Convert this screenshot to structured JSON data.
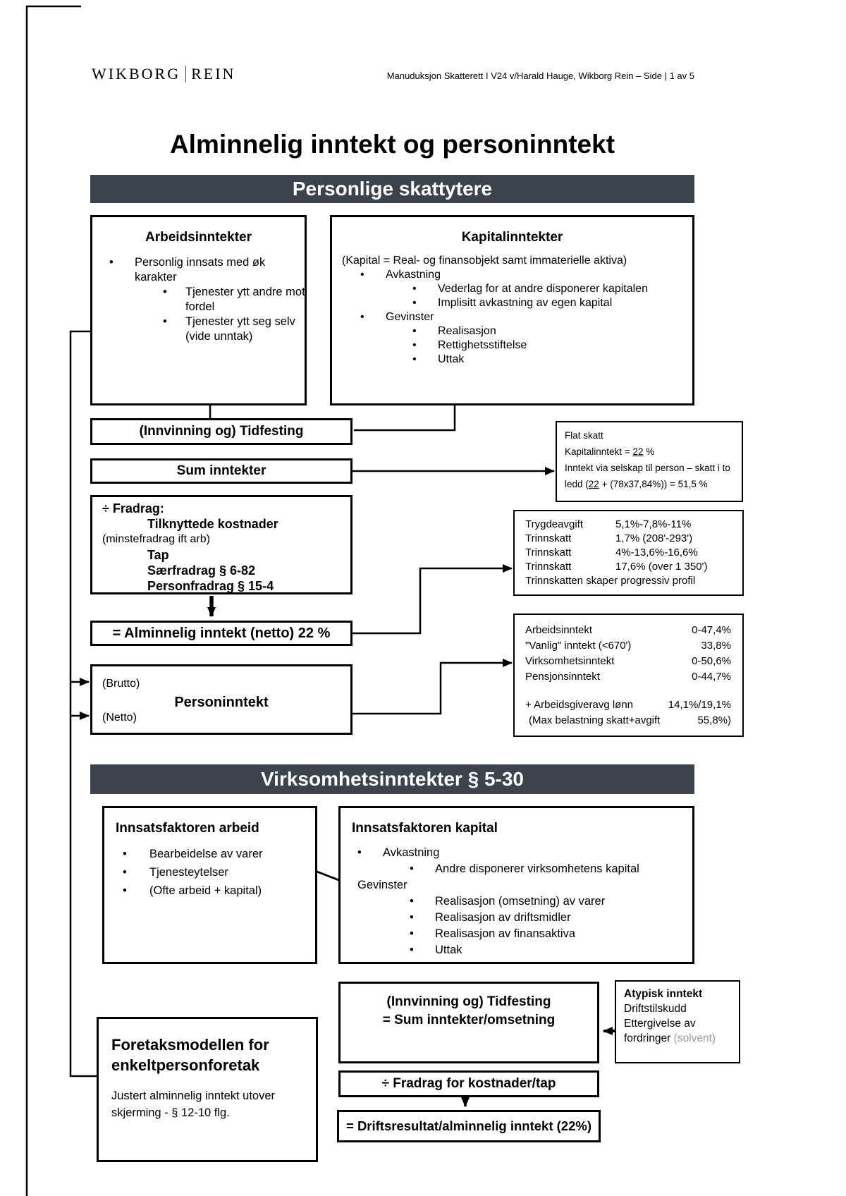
{
  "header": {
    "logo_left": "WIKBORG",
    "logo_right": "REIN",
    "doc_info": "Manuduksjon Skatterett I V24 v/Harald Hauge, Wikborg Rein – Side | 1 av 5"
  },
  "title": "Alminnelig inntekt og personinntekt",
  "sections": {
    "personal_banner": "Personlige skattytere",
    "business_banner": "Virksomhetsinntekter § 5-30"
  },
  "arbeidsinntekter": {
    "title": "Arbeidsinntekter",
    "item1": "Personlig innsats med øk karakter",
    "item1_sub1": "Tjenester ytt andre mot fordel",
    "item1_sub2": "Tjenester ytt seg selv (vide unntak)"
  },
  "kapitalinntekter": {
    "title": "Kapitalinntekter",
    "intro": "(Kapital = Real- og finansobjekt samt immaterielle aktiva)",
    "item1": "Avkastning",
    "item1_sub1": "Vederlag for at andre disponerer kapitalen",
    "item1_sub2": "Implisitt avkastning av egen kapital",
    "item2": "Gevinster",
    "item2_sub1": "Realisasjon",
    "item2_sub2": "Rettighetsstiftelse",
    "item2_sub3": "Uttak"
  },
  "flow": {
    "tidfesting": "(Innvinning og) Tidfesting",
    "sum_inntekter": "Sum inntekter",
    "alminnelig_inntekt": "= Alminnelig inntekt (netto) 22 %"
  },
  "fradrag": {
    "title": "÷ Fradrag:",
    "kostnader": "Tilknyttede kostnader",
    "minstefradrag": "(minstefradrag ift arb)",
    "tap": "Tap",
    "saerfradrag": "Særfradrag § 6-82",
    "personfradrag": "Personfradrag § 15-4"
  },
  "personinntekt": {
    "brutto": "(Brutto)",
    "title": "Personinntekt",
    "netto": "(Netto)"
  },
  "flat_skatt": {
    "line1": "Flat skatt",
    "line2_pre": "Kapitalinntekt = ",
    "line2_underline": "22",
    "line2_post": " %",
    "line3": "Inntekt via selskap til person – skatt i to",
    "line4_pre": "ledd (",
    "line4_underline": "22",
    "line4_post": " + (78x37,84%)) = 51,5 %"
  },
  "trinnskatt": {
    "rows": [
      {
        "label": "Trygdeavgift",
        "value": "5,1%-7,8%-11%"
      },
      {
        "label": "Trinnskatt",
        "value": "1,7% (208'-293')"
      },
      {
        "label": "Trinnskatt",
        "value": "4%-13,6%-16,6%"
      },
      {
        "label": "Trinnskatt",
        "value": "17,6% (over 1 350')"
      }
    ],
    "footer": "Trinnskatten skaper progressiv profil"
  },
  "skattesatser": {
    "rows": [
      {
        "label": "Arbeidsinntekt",
        "value": "0-47,4%"
      },
      {
        "label": "\"Vanlig\" inntekt (<670')",
        "value": "33,8%"
      },
      {
        "label": "Virksomhetsinntekt",
        "value": "0-50,6%"
      },
      {
        "label": "Pensjonsinntekt",
        "value": "0-44,7%"
      }
    ],
    "extra_rows": [
      {
        "label": "+ Arbeidsgiveravg lønn",
        "value": "14,1%/19,1%"
      },
      {
        "label": "(Max belastning skatt+avgift",
        "value": "55,8%)"
      }
    ]
  },
  "innsats_arbeid": {
    "title": "Innsatsfaktoren arbeid",
    "item1": "Bearbeidelse av varer",
    "item2": "Tjenesteytelser",
    "item3": "(Ofte arbeid + kapital)"
  },
  "innsats_kapital": {
    "title": "Innsatsfaktoren kapital",
    "item1": "Avkastning",
    "item1_sub1": "Andre disponerer virksomhetens kapital",
    "item2": "Gevinster",
    "item2_sub1": "Realisasjon (omsetning) av varer",
    "item2_sub2": "Realisasjon av driftsmidler",
    "item2_sub3": "Realisasjon av finansaktiva",
    "item2_sub4": "Uttak"
  },
  "virksomhet_flow": {
    "tidfesting_line1": "(Innvinning og) Tidfesting",
    "tidfesting_line2": "= Sum inntekter/omsetning",
    "fradrag": "÷ Fradrag for kostnader/tap",
    "resultat": "= Driftsresultat/alminnelig inntekt (22%)"
  },
  "atypisk": {
    "title": "Atypisk inntekt",
    "line1": "Driftstilskudd",
    "line2": "Ettergivelse av",
    "line3_pre": "fordringer ",
    "line3_gray": "(solvent)"
  },
  "foretaksmodellen": {
    "title_line1": "Foretaksmodellen for",
    "title_line2": "enkeltpersonforetak",
    "body_line1": "Justert alminnelig inntekt utover",
    "body_line2": "skjerming - § 12-10 flg."
  },
  "colors": {
    "banner_bg": "#3d434d",
    "muted_text": "#9a9a9a"
  }
}
